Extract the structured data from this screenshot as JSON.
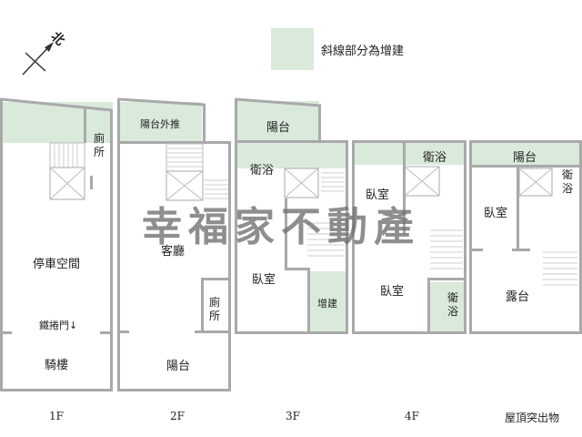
{
  "compass": {
    "label": "北",
    "icon": "north-arrow-icon"
  },
  "legend": {
    "text": "斜線部分為增建",
    "color": "#d9eadb"
  },
  "watermark": "幸福家不動產",
  "colors": {
    "wall": "#a9a9a9",
    "addition": "#d9eadb",
    "text": "#222222"
  },
  "floors": [
    {
      "caption": "1F",
      "rooms": {
        "toilet": "廁所",
        "parking": "停車空間",
        "shutter": "鐵捲門↓",
        "arcade": "騎樓"
      }
    },
    {
      "caption": "2F",
      "rooms": {
        "balcony_ext": "陽台外推",
        "living": "客廳",
        "toilet": "廁所",
        "balcony": "陽台"
      }
    },
    {
      "caption": "3F",
      "rooms": {
        "balcony": "陽台",
        "bath": "衛浴",
        "bedroom": "臥室",
        "addition": "增建"
      }
    },
    {
      "caption": "4F",
      "rooms": {
        "bath_top": "衛浴",
        "bedroom1": "臥室",
        "bedroom2": "臥室",
        "bath_bottom": "衛浴"
      }
    },
    {
      "caption": "屋頂突出物",
      "rooms": {
        "balcony": "陽台",
        "bath": "衛浴",
        "bedroom": "臥室",
        "terrace": "露台"
      }
    }
  ]
}
